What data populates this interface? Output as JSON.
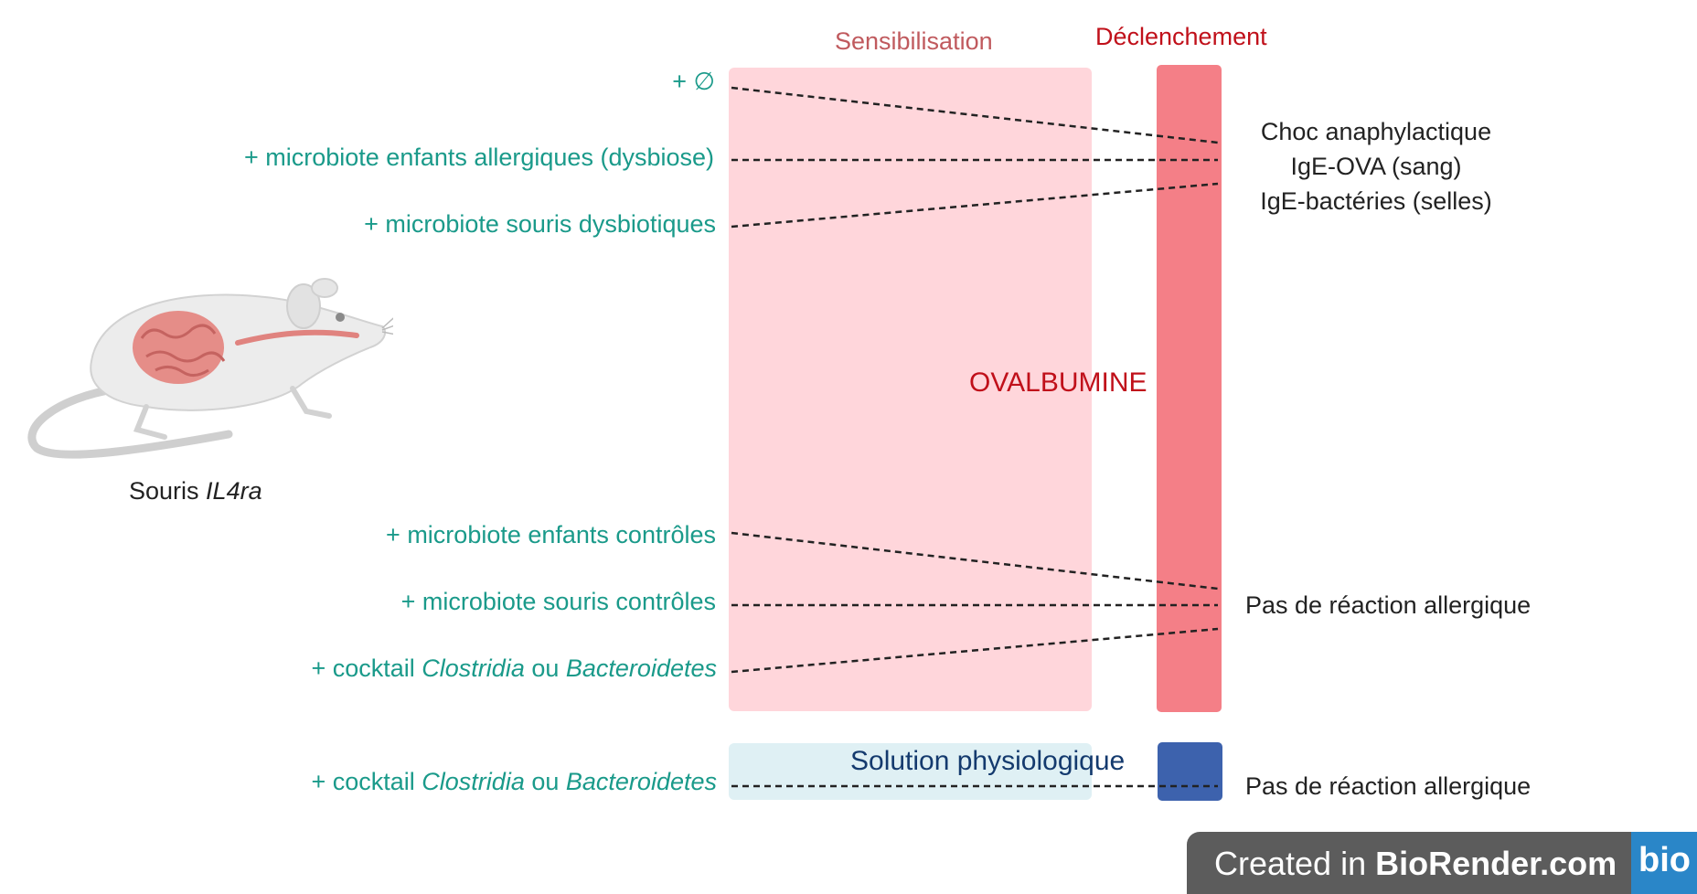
{
  "headers": {
    "sensitization": "Sensibilisation",
    "trigger": "Déclenchement"
  },
  "center_labels": {
    "ovalbumin": "OVALBUMINE",
    "saline": "Solution physiologique"
  },
  "mouse": {
    "label_prefix": "Souris ",
    "label_strain": "IL4ra",
    "icon": "mouse-with-gut-icon"
  },
  "groups_allergic": [
    "+ ∅",
    "+ microbiote enfants allergiques (dysbiose)",
    "+ microbiote souris dysbiotiques"
  ],
  "groups_control": {
    "children": "+ microbiote enfants contrôles",
    "mice": "+ microbiote souris contrôles",
    "cocktail": {
      "prefix": "+ cocktail ",
      "clostridia": "Clostridia",
      "or": " ou ",
      "bacteroidetes": "Bacteroidetes"
    }
  },
  "group_saline": {
    "prefix": "+ cocktail ",
    "clostridia": "Clostridia",
    "or": " ou ",
    "bacteroidetes": "Bacteroidetes"
  },
  "results": {
    "allergic": [
      "Choc anaphylactique",
      "IgE-OVA (sang)",
      "IgE-bactéries (selles)"
    ],
    "no_reaction_1": "Pas de réaction allergique",
    "no_reaction_2": "Pas de réaction allergique"
  },
  "watermark": {
    "created_in": "Created in ",
    "brand": "BioRender.com",
    "logo": "bio"
  },
  "colors": {
    "teal": "#1a9a8a",
    "sensitization_panel": "#ffd6db",
    "trigger_bar": "#f47f87",
    "saline_panel": "#dff0f4",
    "saline_square": "#3d62ad",
    "ova_red": "#c0101a"
  }
}
